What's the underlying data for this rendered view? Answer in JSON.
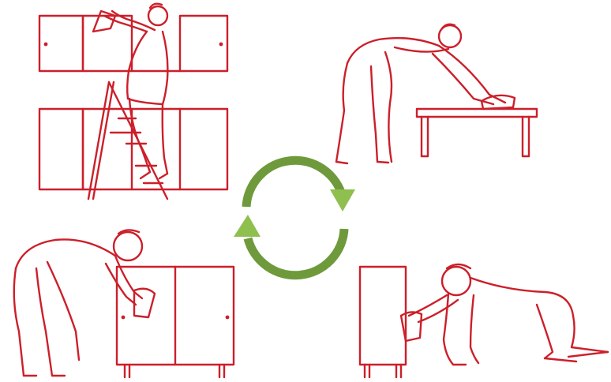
{
  "colors": {
    "illustration_stroke": "#cc1f2a",
    "cycle_arrow_dark": "#6f9a3c",
    "cycle_arrow_light": "#8fbf4e",
    "background": "#ffffff"
  },
  "icons": {
    "cycle": "circular-refresh-arrows",
    "scenes": [
      "person-on-stepladder-wiping-upper-cabinets",
      "person-bending-wiping-table",
      "person-bending-wiping-cabinet-door",
      "person-kneeling-wiping-cabinet-base"
    ]
  }
}
